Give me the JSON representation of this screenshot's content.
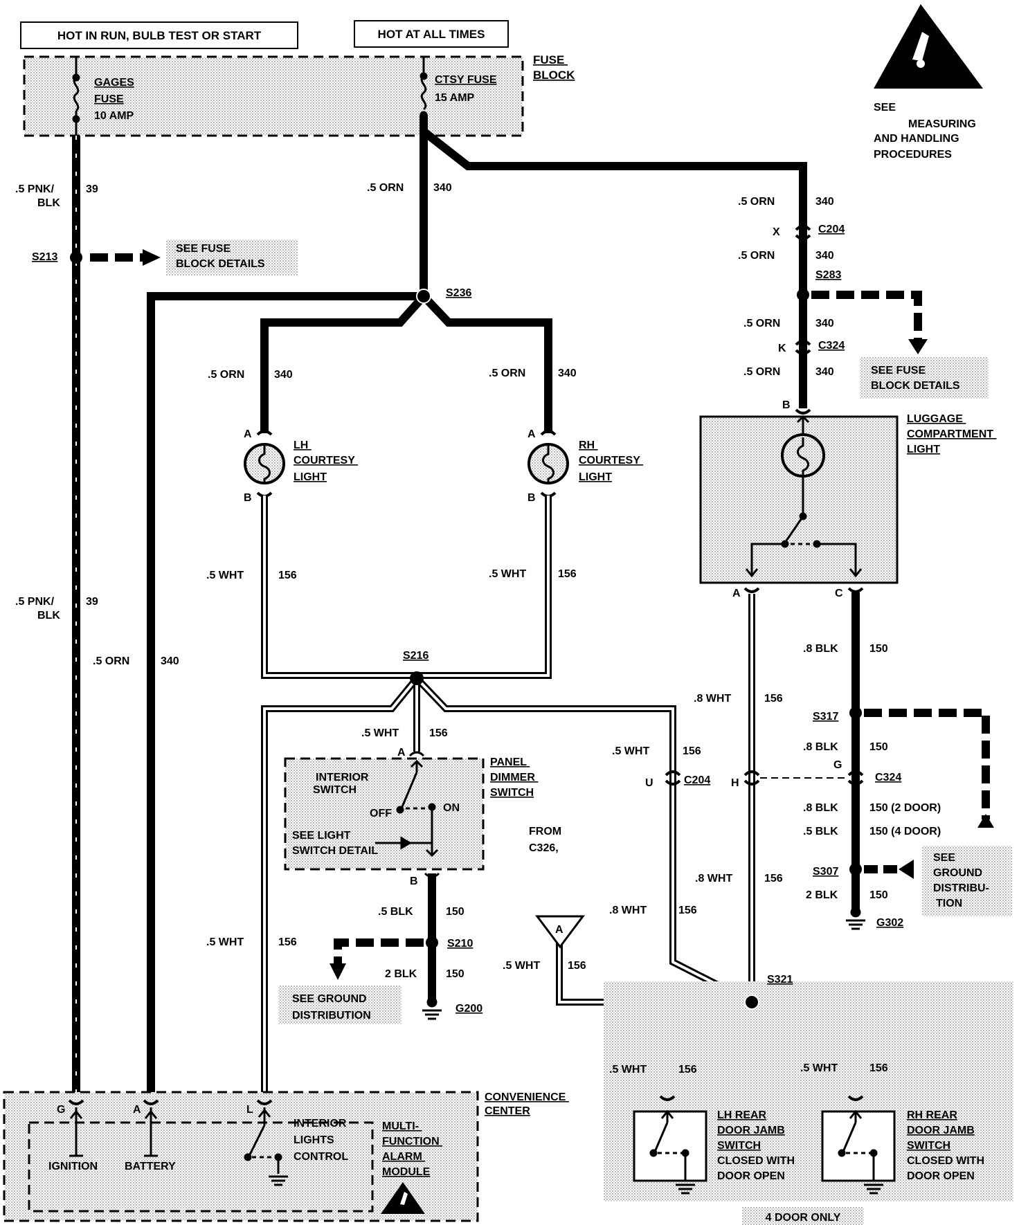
{
  "header": {
    "hot_run": "HOT IN RUN, BULB TEST OR START",
    "hot_all": "HOT AT ALL TIMES"
  },
  "esd_note": [
    "SEE",
    "MEASURING",
    "AND HANDLING",
    "PROCEDURES"
  ],
  "fuse_block": {
    "label": [
      "FUSE",
      "BLOCK"
    ],
    "gages": [
      "GAGES",
      "FUSE",
      "10 AMP"
    ],
    "ctsy": [
      "CTSY FUSE",
      "15 AMP"
    ]
  },
  "wires": {
    "pnk_blk_1": [
      ".5 PNK/",
      "BLK",
      "39"
    ],
    "pnk_blk_2": [
      ".5 PNK/",
      "BLK",
      "39"
    ],
    "orn_main": [
      ".5 ORN",
      "340"
    ],
    "orn_rt1": [
      ".5 ORN",
      "340"
    ],
    "orn_rt2": [
      ".5 ORN",
      "340"
    ],
    "orn_rt3": [
      ".5 ORN",
      "340"
    ],
    "orn_rt4": [
      ".5 ORN",
      "340"
    ],
    "orn_lh": [
      ".5 ORN",
      "340"
    ],
    "orn_rh": [
      ".5 ORN",
      "340"
    ],
    "orn_long": [
      ".5 ORN",
      "340"
    ],
    "wht_lh": [
      ".5 WHT",
      "156"
    ],
    "wht_rh": [
      ".5 WHT",
      "156"
    ],
    "wht_pd": [
      ".5 WHT",
      "156"
    ],
    "wht_c204": [
      ".5 WHT",
      "156"
    ],
    "wht_lug": [
      ".8 WHT",
      "156"
    ],
    "wht_lug2": [
      ".8 WHT",
      "156"
    ],
    "wht_c204b": [
      ".8 WHT",
      "156"
    ],
    "wht_a": [
      ".5 WHT",
      "156"
    ],
    "wht_left": [
      ".5 WHT",
      "156"
    ],
    "wht_lhr": [
      ".5 WHT",
      "156"
    ],
    "wht_rhr": [
      ".5 WHT",
      "156"
    ],
    "blk_lug1": [
      ".8 BLK",
      "150"
    ],
    "blk_lug2": [
      ".8 BLK",
      "150"
    ],
    "blk_2d": [
      ".8 BLK",
      "150 (2 DOOR)"
    ],
    "blk_4d": [
      ".5 BLK",
      "150 (4 DOOR)"
    ],
    "blk_g302": [
      "2 BLK",
      "150"
    ],
    "blk_pd": [
      ".5 BLK",
      "150"
    ],
    "blk_g200": [
      "2 BLK",
      "150"
    ]
  },
  "splices": {
    "s213": "S213",
    "s236": "S236",
    "s283": "S283",
    "s216": "S216",
    "s317": "S317",
    "s307": "S307",
    "s210": "S210",
    "s321": "S321"
  },
  "connectors": {
    "c204_top": [
      "X",
      "C204"
    ],
    "c324_top": [
      "K",
      "C324"
    ],
    "c204_mid": [
      "U",
      "C204"
    ],
    "c324_mid_h": "H",
    "c324_mid": [
      "G",
      "C324"
    ]
  },
  "refs": {
    "fuse_details_1": [
      "SEE FUSE",
      "BLOCK DETAILS"
    ],
    "fuse_details_2": [
      "SEE FUSE",
      "BLOCK DETAILS"
    ],
    "ground_dist_1": [
      "SEE GROUND",
      "DISTRIBUTION"
    ],
    "ground_dist_2": [
      "SEE",
      "GROUND",
      "DISTRIBU-",
      "TION"
    ]
  },
  "grounds": {
    "g302": "G302",
    "g200": "G200"
  },
  "components": {
    "lh_courtesy": [
      "LH",
      "COURTESY",
      "LIGHT"
    ],
    "rh_courtesy": [
      "RH",
      "COURTESY",
      "LIGHT"
    ],
    "luggage": [
      "LUGGAGE",
      "COMPARTMENT",
      "LIGHT"
    ],
    "panel_dimmer": [
      "PANEL",
      "DIMMER",
      "SWITCH"
    ],
    "interior_switch": [
      "INTERIOR",
      "SWITCH"
    ],
    "off": "OFF",
    "on": "ON",
    "see_light": [
      "SEE LIGHT",
      "SWITCH DETAIL"
    ],
    "from_c326": [
      "FROM",
      "C326,"
    ],
    "convenience": [
      "CONVENIENCE",
      "CENTER"
    ],
    "mfam": [
      "MULTI-",
      "FUNCTION",
      "ALARM",
      "MODULE"
    ],
    "interior_lights": [
      "INTERIOR",
      "LIGHTS",
      "CONTROL"
    ],
    "ignition": "IGNITION",
    "battery": "BATTERY",
    "lh_rear": [
      "LH REAR",
      "DOOR JAMB",
      "SWITCH",
      "CLOSED WITH",
      "DOOR OPEN"
    ],
    "rh_rear": [
      "RH REAR",
      "DOOR JAMB",
      "SWITCH",
      "CLOSED WITH",
      "DOOR OPEN"
    ],
    "four_door": "4 DOOR ONLY"
  },
  "pins": {
    "lh_a": "A",
    "lh_b": "B",
    "rh_a": "A",
    "rh_b": "B",
    "lug_b": "B",
    "lug_a": "A",
    "lug_c": "C",
    "pd_a": "A",
    "pd_b": "B",
    "cc_g": "G",
    "cc_a": "A",
    "cc_l": "L",
    "tri_a": "A"
  }
}
